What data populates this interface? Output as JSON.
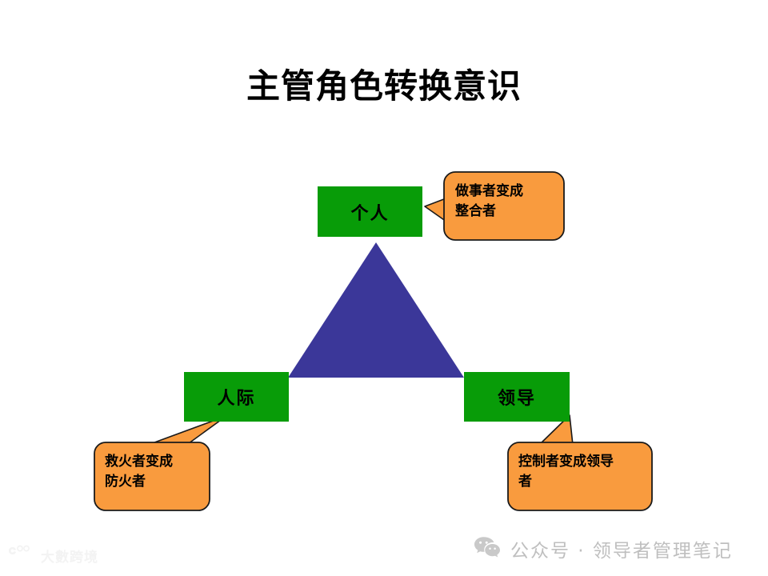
{
  "slide": {
    "title": "主管角色转换意识",
    "background_color": "#ffffff"
  },
  "colors": {
    "triangle_fill": "#3b3799",
    "node_fill": "#089c08",
    "callout_fill": "#f99b3e",
    "callout_border": "#1a1a1a",
    "text": "#000000",
    "footer_text": "#bfbfbf",
    "watermark_text": "#f2f2f2"
  },
  "diagram": {
    "type": "triangle-role-model",
    "triangle": {
      "apex": [
        470,
        303
      ],
      "base_left": [
        360,
        472
      ],
      "base_right": [
        580,
        472
      ]
    },
    "nodes": [
      {
        "id": "individual",
        "label": "个人",
        "position": "top"
      },
      {
        "id": "interpersonal",
        "label": "人际",
        "position": "bottom-left"
      },
      {
        "id": "leadership",
        "label": "领导",
        "position": "bottom-right"
      }
    ],
    "callouts": [
      {
        "id": "callout-individual",
        "text": "做事者变成\n整合者",
        "attached_to": "individual",
        "position": "right"
      },
      {
        "id": "callout-interpersonal",
        "text": "救火者变成\n防火者",
        "attached_to": "interpersonal",
        "position": "below-left"
      },
      {
        "id": "callout-leadership",
        "text": "控制者变成领导\n者",
        "attached_to": "leadership",
        "position": "below-right"
      }
    ]
  },
  "footer": {
    "wechat": {
      "icon": "wechat-icon",
      "label": "公众号 · 领导者管理笔记"
    },
    "watermark": {
      "icon": "dashujingjing-logo-icon",
      "label": "大數跨境"
    }
  }
}
